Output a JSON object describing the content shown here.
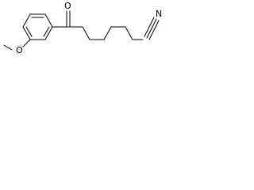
{
  "structure": {
    "atom_labels": {
      "carbonyl_oxygen": "O",
      "ether_oxygen": "O",
      "nitrile_nitrogen": "N"
    },
    "bond_color": "#000000",
    "label_color": "#000000",
    "background_color": "#ffffff"
  }
}
